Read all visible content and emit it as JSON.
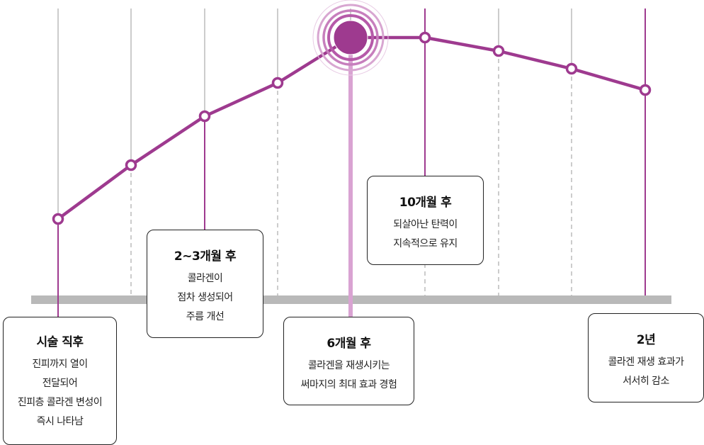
{
  "colors": {
    "accent": "#9e3a8f",
    "grid": "#bbbbbb",
    "bar": "#b9b9b9"
  },
  "stages": [
    {
      "title": "시술 직후",
      "lines": [
        "진피까지 열이",
        "전달되어",
        "진피층 콜라겐 변성이",
        "즉시 나타남"
      ]
    },
    {
      "title": "2~3개월 후",
      "lines": [
        "콜라겐이",
        "점차 생성되어",
        "주름 개선"
      ]
    },
    {
      "title": "6개월 후",
      "lines": [
        "콜라겐을 재생시키는",
        "써마지의 최대 효과 경험"
      ]
    },
    {
      "title": "10개월 후",
      "lines": [
        "되살아난 탄력이",
        "지속적으로 유지"
      ]
    },
    {
      "title": "2년",
      "lines": [
        "콜라겐 재생 효과가",
        "서서히 감소"
      ]
    }
  ]
}
